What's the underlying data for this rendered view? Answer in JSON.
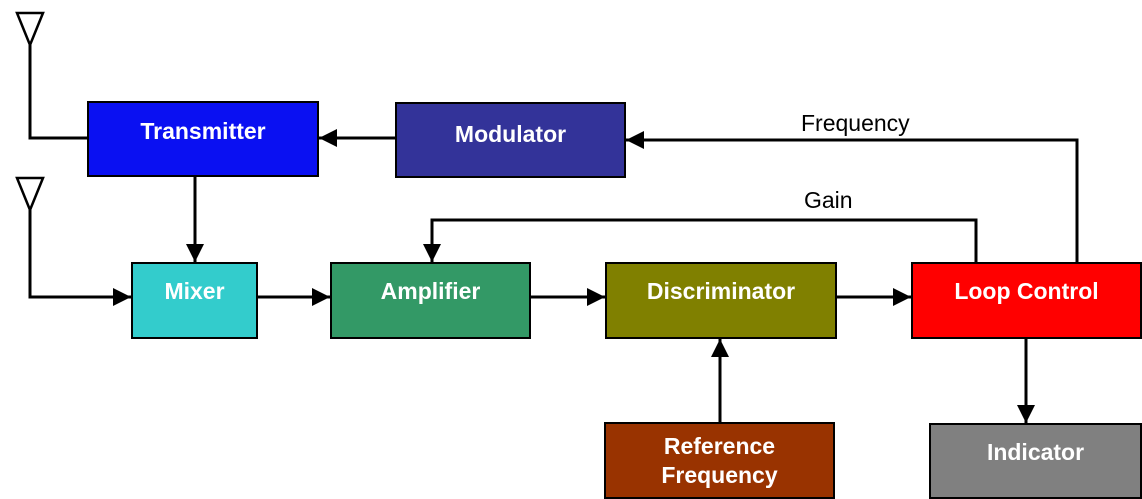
{
  "blocks": {
    "transmitter": "Transmitter",
    "modulator": "Modulator",
    "mixer": "Mixer",
    "amplifier": "Amplifier",
    "discriminator": "Discriminator",
    "loop_control": "Loop Control",
    "reference_line1": "Reference",
    "reference_line2": "Frequency",
    "indicator": "Indicator"
  },
  "signals": {
    "frequency": "Frequency",
    "gain": "Gain"
  },
  "colors": {
    "transmitter": "#0a10f2",
    "modulator": "#333399",
    "mixer": "#33cccc",
    "amplifier": "#339966",
    "discriminator": "#808000",
    "loop_control": "#ff0000",
    "reference": "#993300",
    "indicator": "#808080"
  }
}
